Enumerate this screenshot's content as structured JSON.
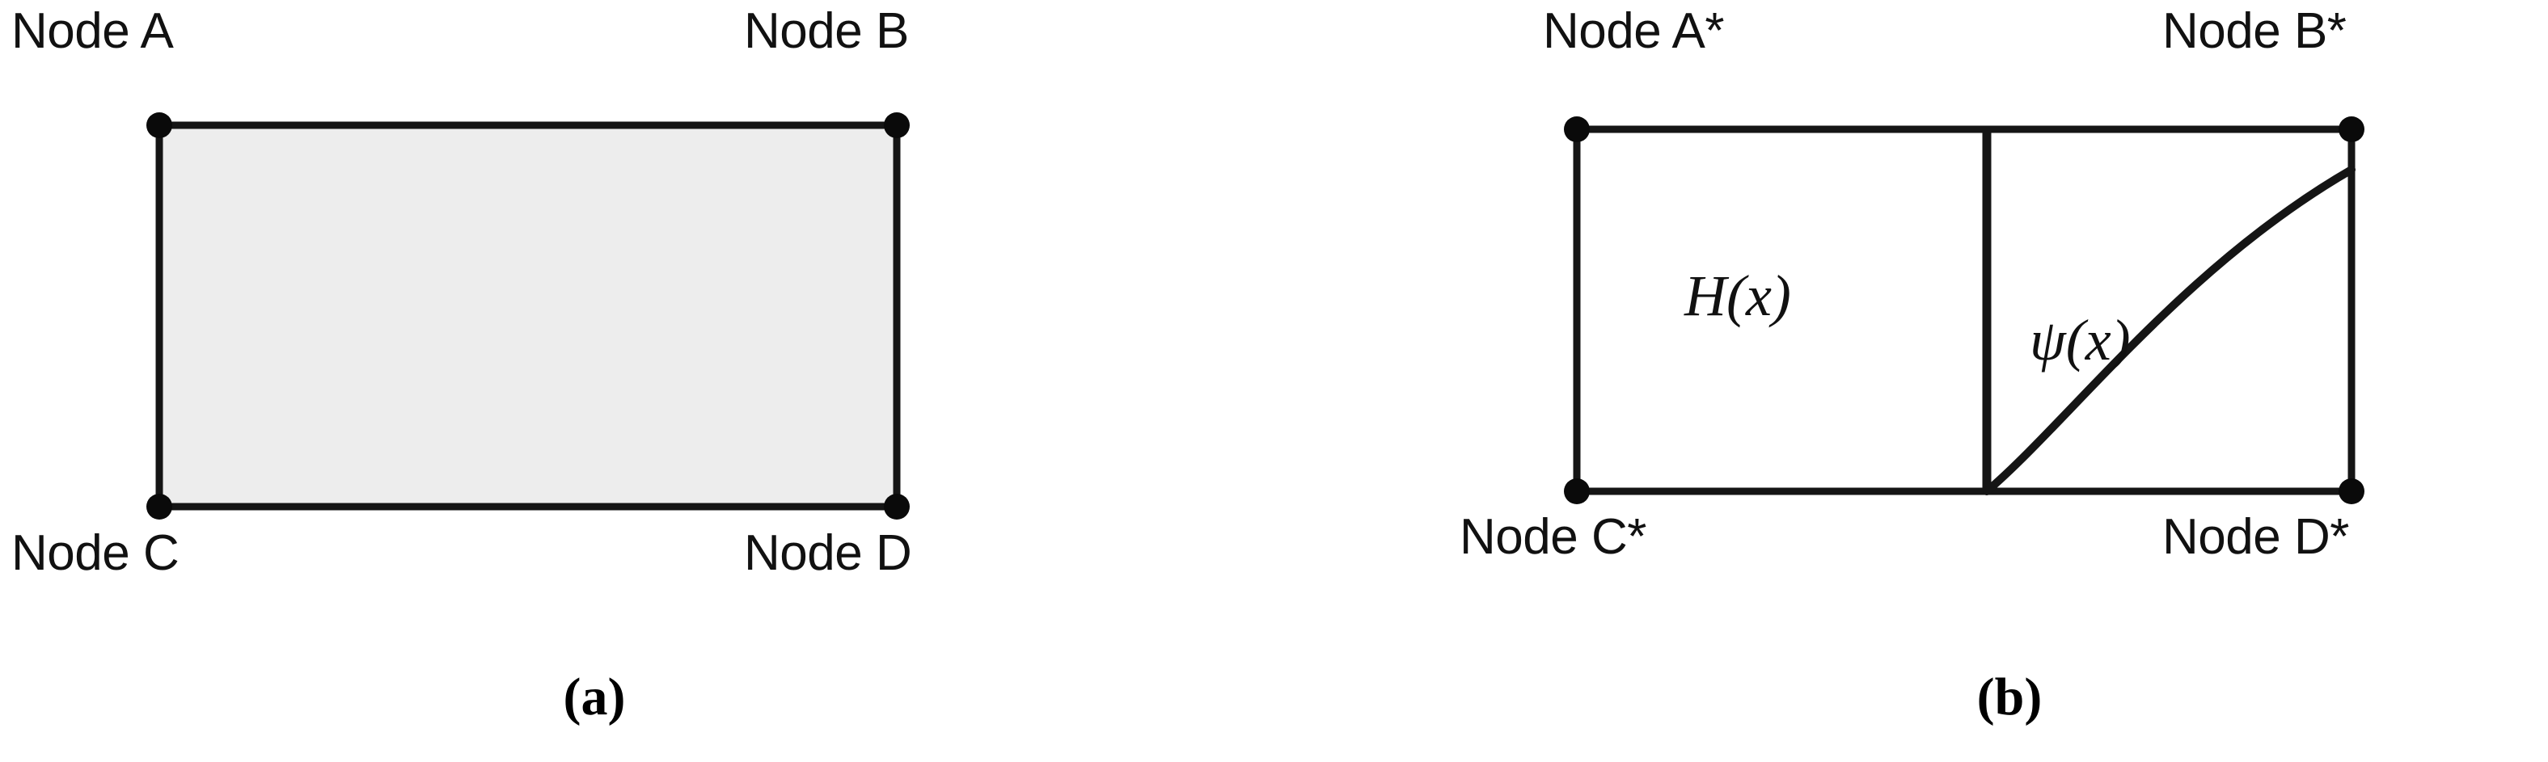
{
  "figure": {
    "type": "diagram",
    "description": "Two-panel schematic of a rectangular element with corner nodes",
    "background_color": "#ffffff",
    "stroke_color": "#111111",
    "fill_color": "#ededed"
  },
  "panels": [
    {
      "id": "a",
      "caption": "(a)",
      "shape": "filled-rectangle",
      "fill": "#ededed",
      "nodes": [
        {
          "id": "A",
          "label": "Node A",
          "position": "top-left"
        },
        {
          "id": "B",
          "label": "Node B",
          "position": "top-right"
        },
        {
          "id": "C",
          "label": "Node C",
          "position": "bottom-left"
        },
        {
          "id": "D",
          "label": "Node D",
          "position": "bottom-right"
        }
      ]
    },
    {
      "id": "b",
      "caption": "(b)",
      "shape": "open-rectangle-with-divider-and-curve",
      "fill": "#ffffff",
      "nodes": [
        {
          "id": "A*",
          "label": "Node A*",
          "position": "top-left"
        },
        {
          "id": "B*",
          "label": "Node B*",
          "position": "top-right"
        },
        {
          "id": "C*",
          "label": "Node C*",
          "position": "bottom-left"
        },
        {
          "id": "D*",
          "label": "Node D*",
          "position": "bottom-right"
        }
      ],
      "annotations": [
        {
          "id": "H",
          "label": "H(x)",
          "region": "left-half"
        },
        {
          "id": "psi",
          "label": "ψ(x)",
          "region": "right-half"
        }
      ]
    }
  ]
}
